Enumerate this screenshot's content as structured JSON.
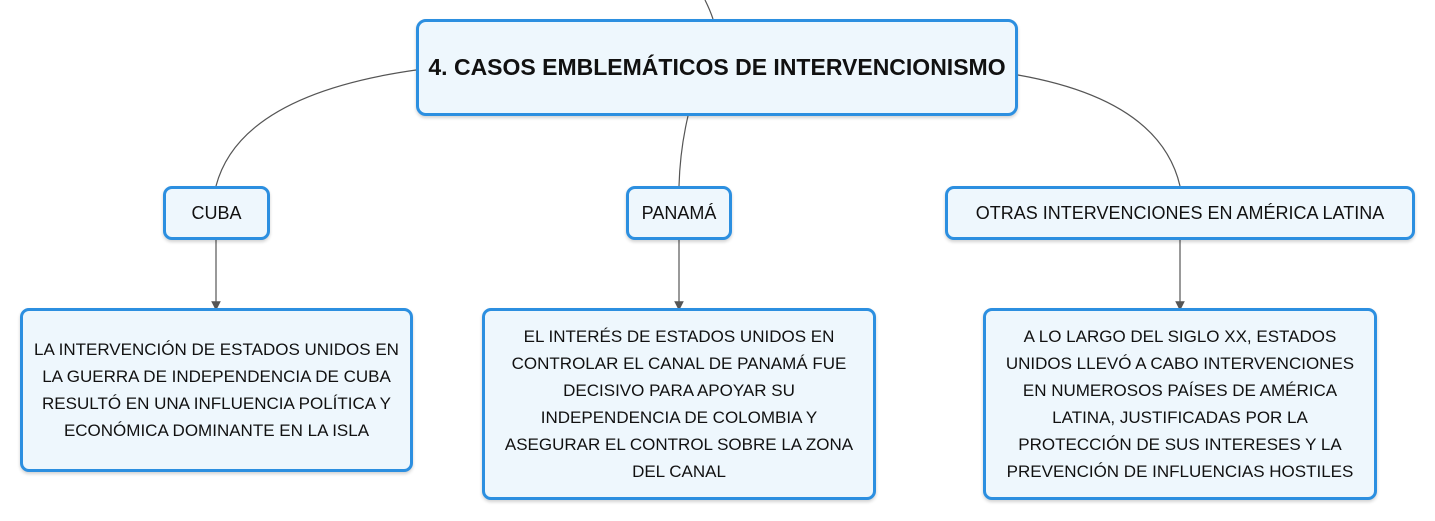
{
  "colors": {
    "node_fill": "#eef7fd",
    "node_border": "#2c8fe0",
    "connector": "#555555",
    "text": "#111111"
  },
  "root": {
    "label": "4. CASOS EMBLEMÁTICOS DE INTERVENCIONISMO"
  },
  "branches": [
    {
      "label": "CUBA",
      "description": "LA INTERVENCIÓN DE ESTADOS UNIDOS EN LA GUERRA DE INDEPENDENCIA DE CUBA RESULTÓ EN UNA INFLUENCIA POLÍTICA Y ECONÓMICA DOMINANTE EN LA ISLA"
    },
    {
      "label": "PANAMÁ",
      "description": "EL INTERÉS DE ESTADOS UNIDOS EN CONTROLAR EL CANAL DE PANAMÁ FUE DECISIVO PARA APOYAR SU INDEPENDENCIA DE COLOMBIA Y ASEGURAR EL CONTROL SOBRE LA ZONA DEL CANAL"
    },
    {
      "label": "OTRAS INTERVENCIONES EN AMÉRICA LATINA",
      "description": "A LO LARGO DEL SIGLO XX, ESTADOS UNIDOS LLEVÓ A CABO INTERVENCIONES EN NUMEROSOS PAÍSES DE AMÉRICA LATINA, JUSTIFICADAS POR LA PROTECCIÓN DE SUS INTERESES Y LA PREVENCIÓN DE INFLUENCIAS HOSTILES"
    }
  ]
}
